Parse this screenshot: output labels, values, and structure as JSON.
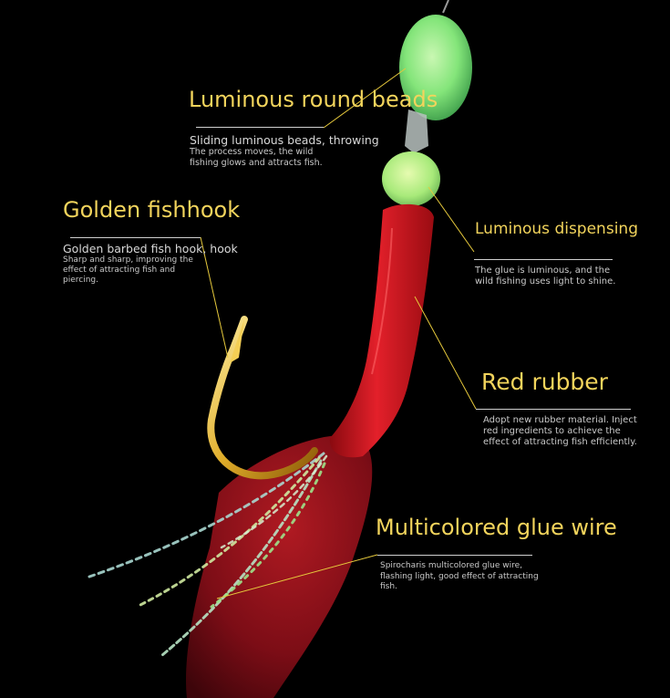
{
  "colors": {
    "background": "#000000",
    "title": "#f2d45c",
    "bead": "#7fe07a",
    "rubber": "#d8141c",
    "hook": "#d9a520",
    "leader": "#e6c93c"
  },
  "callouts": {
    "beads": {
      "title": "Luminous round beads",
      "subtitle": "Sliding luminous beads, throwing",
      "description": "The process moves, the wild\nfishing glows and attracts fish."
    },
    "hook": {
      "title": "Golden fishhook",
      "subtitle": "Golden barbed fish hook, hook",
      "description": "Sharp and sharp, improving the\neffect of attracting fish and\npiercing."
    },
    "dispensing": {
      "title": "Luminous dispensing",
      "description": "The glue is luminous, and the\nwild fishing uses light to shine."
    },
    "rubber": {
      "title": "Red rubber",
      "description": "Adopt new rubber material. Inject\nred ingredients to achieve the\neffect of attracting fish efficiently."
    },
    "wire": {
      "title": "Multicolored glue wire",
      "description": "Spirocharis multicolored glue wire,\nflashing light, good effect of attracting\nfish."
    }
  }
}
